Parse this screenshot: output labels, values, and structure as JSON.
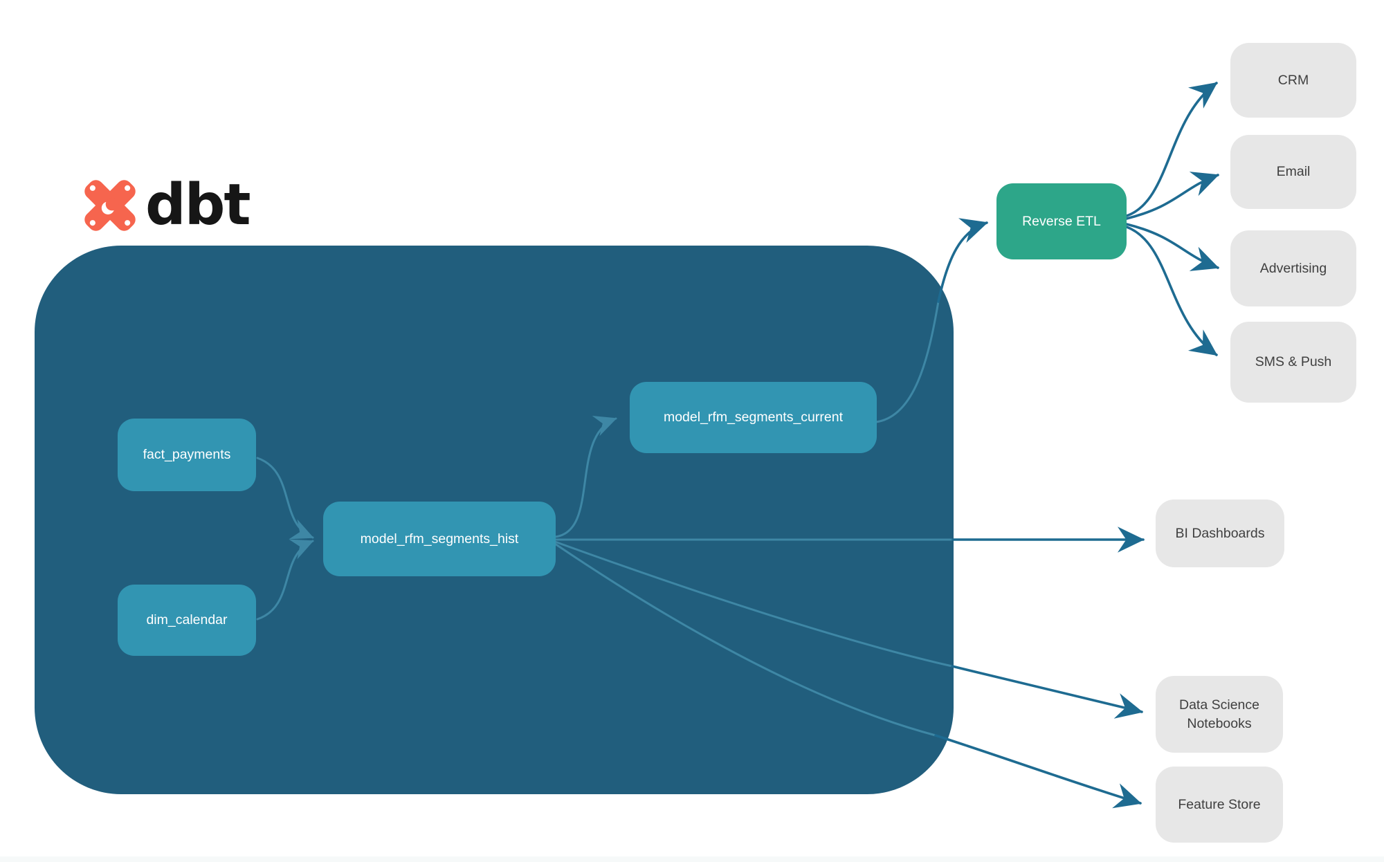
{
  "logo": {
    "brand": "dbt",
    "icon": "dbt-star-icon",
    "icon_color": "#f6654e",
    "text_color": "#161616"
  },
  "colors": {
    "background": "#ffffff",
    "warehouse_container": "#215e7d",
    "model_node": "#3295b2",
    "reverse_etl_node": "#2da689",
    "destination_node": "#e7e7e7",
    "destination_text": "#3f3f3f",
    "node_text": "#ffffff",
    "edge_outside": "#1e6b91",
    "edge_inside": "#3e87a5"
  },
  "nodes": {
    "fact_payments": {
      "label": "fact_payments"
    },
    "dim_calendar": {
      "label": "dim_calendar"
    },
    "model_rfm_segments_hist": {
      "label": "model_rfm_segments_hist"
    },
    "model_rfm_segments_current": {
      "label": "model_rfm_segments_current"
    },
    "reverse_etl": {
      "label": "Reverse ETL"
    },
    "crm": {
      "label": "CRM"
    },
    "email": {
      "label": "Email"
    },
    "advertising": {
      "label": "Advertising"
    },
    "sms_push": {
      "label": "SMS & Push"
    },
    "bi_dashboards": {
      "label": "BI Dashboards"
    },
    "data_science_notebooks": {
      "label": "Data Science Notebooks"
    },
    "feature_store": {
      "label": "Feature Store"
    }
  },
  "edges": [
    {
      "from": "fact_payments",
      "to": "model_rfm_segments_hist"
    },
    {
      "from": "dim_calendar",
      "to": "model_rfm_segments_hist"
    },
    {
      "from": "model_rfm_segments_hist",
      "to": "model_rfm_segments_current"
    },
    {
      "from": "model_rfm_segments_current",
      "to": "reverse_etl"
    },
    {
      "from": "reverse_etl",
      "to": "crm"
    },
    {
      "from": "reverse_etl",
      "to": "email"
    },
    {
      "from": "reverse_etl",
      "to": "advertising"
    },
    {
      "from": "reverse_etl",
      "to": "sms_push"
    },
    {
      "from": "model_rfm_segments_hist",
      "to": "bi_dashboards"
    },
    {
      "from": "model_rfm_segments_hist",
      "to": "data_science_notebooks"
    },
    {
      "from": "model_rfm_segments_hist",
      "to": "feature_store"
    }
  ]
}
